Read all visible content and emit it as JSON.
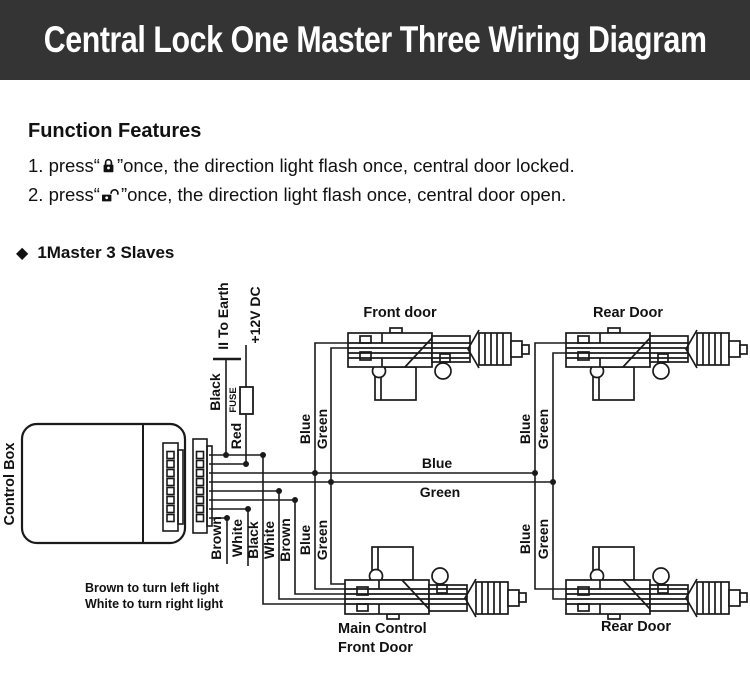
{
  "banner": {
    "title": "Central Lock One Master Three Wiring Diagram",
    "bg": "#343434",
    "fg": "#ffffff"
  },
  "features": {
    "heading": "Function Features",
    "items": [
      {
        "prefix": "1. press“",
        "icon": "closed-padlock",
        "suffix": "”once, the direction light flash once, central door locked."
      },
      {
        "prefix": "2. press“",
        "icon": "open-padlock",
        "suffix": "”once, the direction light flash once, central door open."
      }
    ]
  },
  "section": {
    "bullet": "◆",
    "title": "1Master 3 Slaves"
  },
  "diagram": {
    "control_box": "Control Box",
    "to_earth": "II To Earth",
    "plus_12v": "+12V DC",
    "fuse": "FUSE",
    "black": "Black",
    "red": "Red",
    "blue": "Blue",
    "green": "Green",
    "white": "White",
    "brown": "Brown",
    "front_door": "Front door",
    "rear_door": "Rear Door",
    "main_control_1": "Main Control",
    "main_control_2": "Front Door",
    "note_1": "Brown to turn left light",
    "note_2": "White to turn right light"
  }
}
